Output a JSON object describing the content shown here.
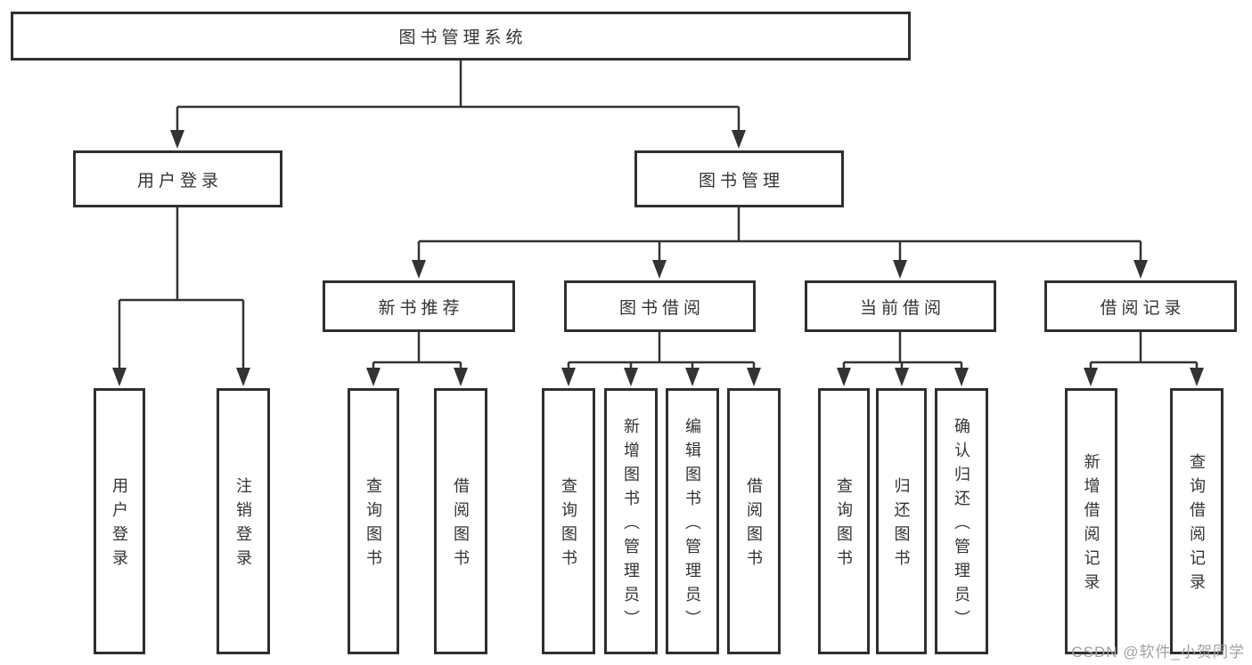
{
  "colors": {
    "background": "#ffffff",
    "box_border": "#2f2f2f",
    "connector_line": "#333333",
    "text": "#333333",
    "watermark_text": "#a0a0a0"
  },
  "tree": {
    "root": {
      "label": "图书管理系统",
      "children": [
        {
          "label": "用户登录",
          "children": [
            {
              "label": "用户登录"
            },
            {
              "label": "注销登录"
            }
          ]
        },
        {
          "label": "图书管理",
          "children": [
            {
              "label": "新书推荐",
              "children": [
                {
                  "label": "查询图书"
                },
                {
                  "label": "借阅图书"
                }
              ]
            },
            {
              "label": "图书借阅",
              "children": [
                {
                  "label": "查询图书"
                },
                {
                  "label": "新增图书（管理员）"
                },
                {
                  "label": "编辑图书（管理员）"
                },
                {
                  "label": "借阅图书"
                }
              ]
            },
            {
              "label": "当前借阅",
              "children": [
                {
                  "label": "查询图书"
                },
                {
                  "label": "归还图书"
                },
                {
                  "label": "确认归还（管理员）"
                }
              ]
            },
            {
              "label": "借阅记录",
              "children": [
                {
                  "label": "新增借阅记录"
                },
                {
                  "label": "查询借阅记录"
                }
              ]
            }
          ]
        }
      ]
    }
  },
  "watermark": {
    "text": "CSDN @软件_小贺同学"
  }
}
